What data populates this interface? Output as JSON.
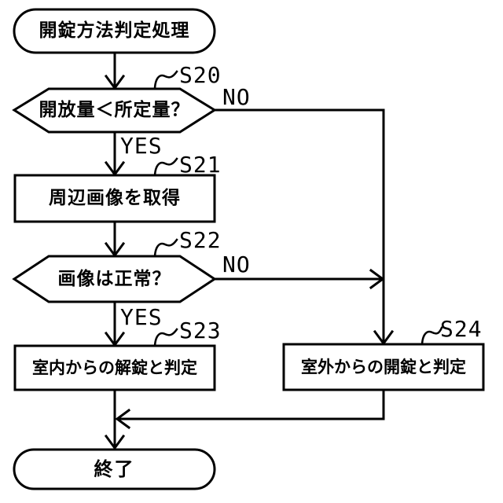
{
  "figure": {
    "type": "flowchart",
    "colors": {
      "background": "#ffffff",
      "line": "#000000",
      "text": "#000000"
    },
    "nodes": {
      "start": {
        "shape": "terminal",
        "label": "開錠方法判定処理"
      },
      "s20": {
        "shape": "decision",
        "label": "開放量＜所定量？",
        "step": "S20"
      },
      "s21": {
        "shape": "process",
        "label": "周辺画像を取得",
        "step": "S21"
      },
      "s22": {
        "shape": "decision",
        "label": "画像は正常？",
        "step": "S22"
      },
      "s23": {
        "shape": "process",
        "label": "室内からの解錠と判定",
        "step": "S23"
      },
      "s24": {
        "shape": "process",
        "label": "室外からの開錠と判定",
        "step": "S24"
      },
      "end": {
        "shape": "terminal",
        "label": "終了"
      }
    },
    "branch_labels": {
      "s20_yes": "YES",
      "s20_no": "NO",
      "s22_yes": "YES",
      "s22_no": "NO"
    }
  }
}
